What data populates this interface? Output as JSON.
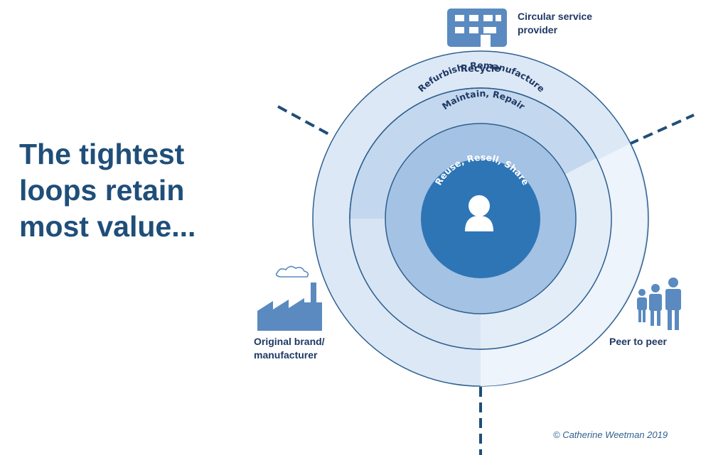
{
  "headline": {
    "lines": [
      "The tightest",
      "loops retain",
      "most value..."
    ]
  },
  "rings": {
    "outer": "Recycle",
    "second": "Refurbish, Remanufacture",
    "third": "Maintain, Repair",
    "center": "Reuse, Resell, Share"
  },
  "actors": {
    "circular_service_provider": [
      "Circular service",
      "provider"
    ],
    "original_brand": [
      "Original brand/",
      "manufacturer"
    ],
    "peer_to_peer": [
      "Peer to peer"
    ]
  },
  "copyright": "© Catherine Weetman 2019",
  "colors": {
    "ring_outer": "#dce8f5",
    "ring_second": "#c3d8ee",
    "ring_third": "#a4c2e3",
    "center": "#2e75b6",
    "dark_text": "#1f3864",
    "dashes": "#1f4e79",
    "icon": "#5a8ac0"
  },
  "icons": [
    "building-icon",
    "factory-icon",
    "person-icon",
    "people-group-icon"
  ]
}
